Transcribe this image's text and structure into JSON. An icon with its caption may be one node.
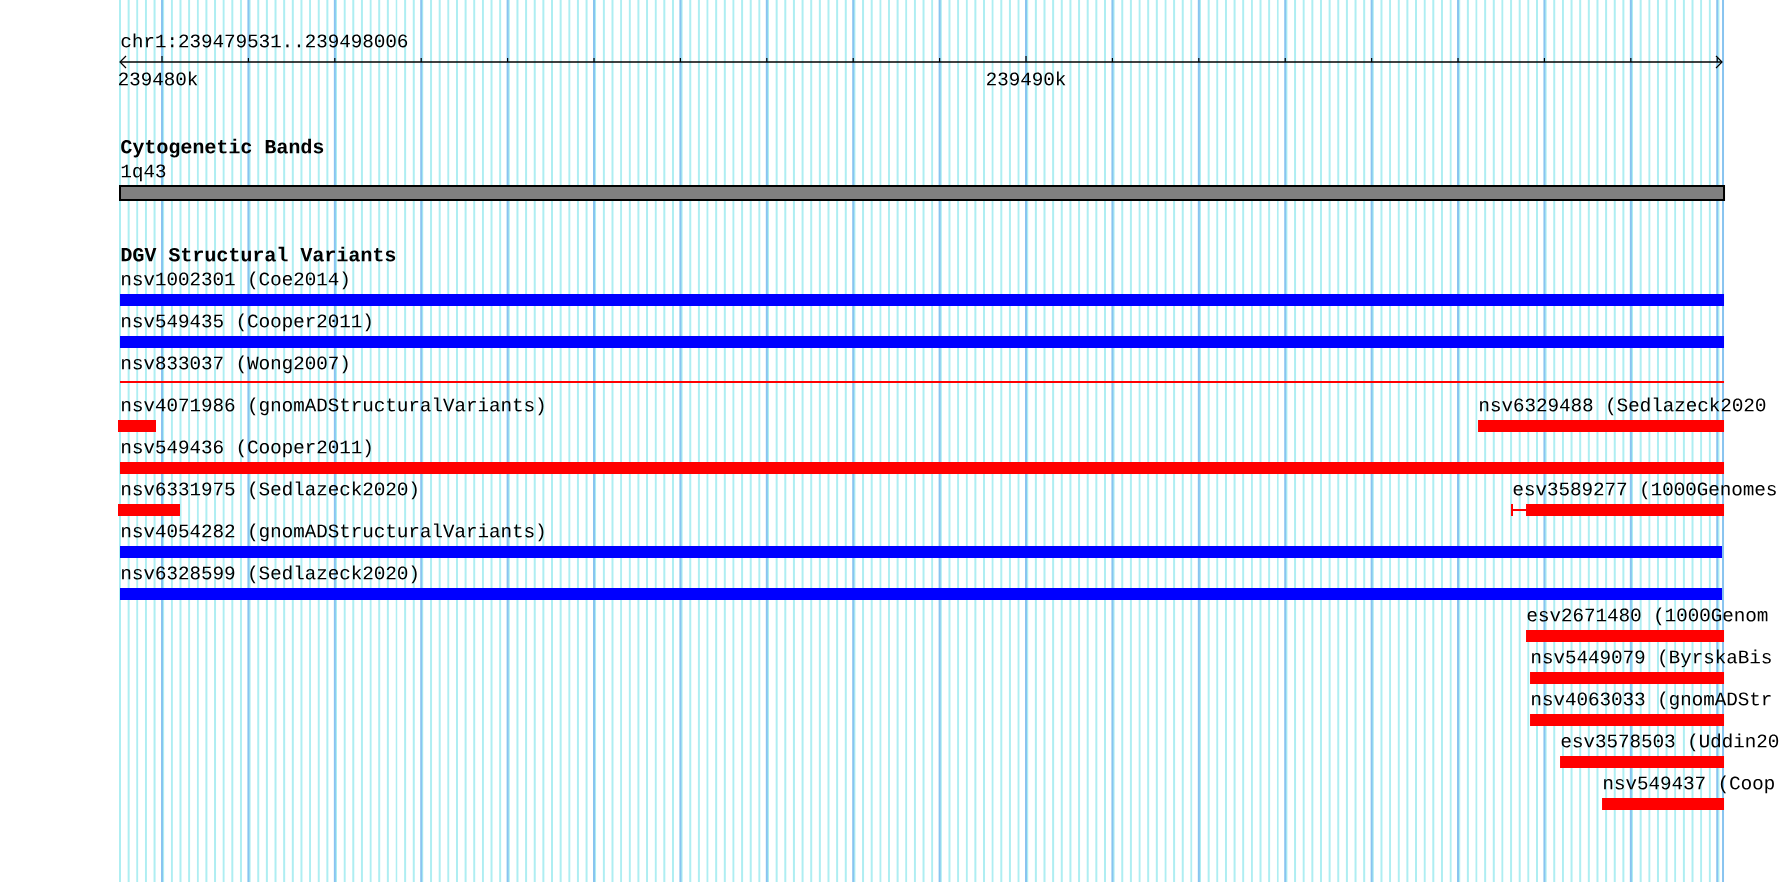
{
  "diagram": {
    "nodes": [
      {
        "text": [
          "1q43"
        ]
      },
      {
        "text": [
          "nsv1002301 (Coe2014)"
        ]
      },
      {
        "text": [
          "nsv549435 (Cooper2011)"
        ]
      },
      {
        "text": [
          "nsv833037 (Wong2007)"
        ]
      },
      {
        "text": [
          "nsv4071986 (gnomADStructuralVariants)"
        ]
      },
      {
        "text": [
          "nsv6329488 (Sedlazeck2020"
        ]
      },
      {
        "text": [
          "nsv549436 (Cooper2011)"
        ]
      },
      {
        "text": [
          "nsv6331975 (Sedlazeck2020)"
        ]
      },
      {
        "text": [
          "esv3589277 (1000Genomes"
        ]
      },
      {
        "text": [
          "nsv4054282 (gnomADStructuralVariants)"
        ]
      },
      {
        "text": [
          "nsv6328599 (Sedlazeck2020)"
        ]
      },
      {
        "text": [
          "esv2671480 (1000Genom"
        ]
      },
      {
        "text": [
          "nsv5449079 (ByrskaBis"
        ]
      },
      {
        "text": [
          "nsv4063033 (gnomADStr"
        ]
      },
      {
        "text": [
          "esv3578503 (Uddin20"
        ]
      },
      {
        "text": [
          "nsv549437 (Coop"
        ]
      }
    ],
    "labels": [
      "chr1:239479531..239498006",
      "239480k",
      "239490k",
      "Cytogenetic Bands",
      "DGV Structural Variants"
    ]
  }
}
